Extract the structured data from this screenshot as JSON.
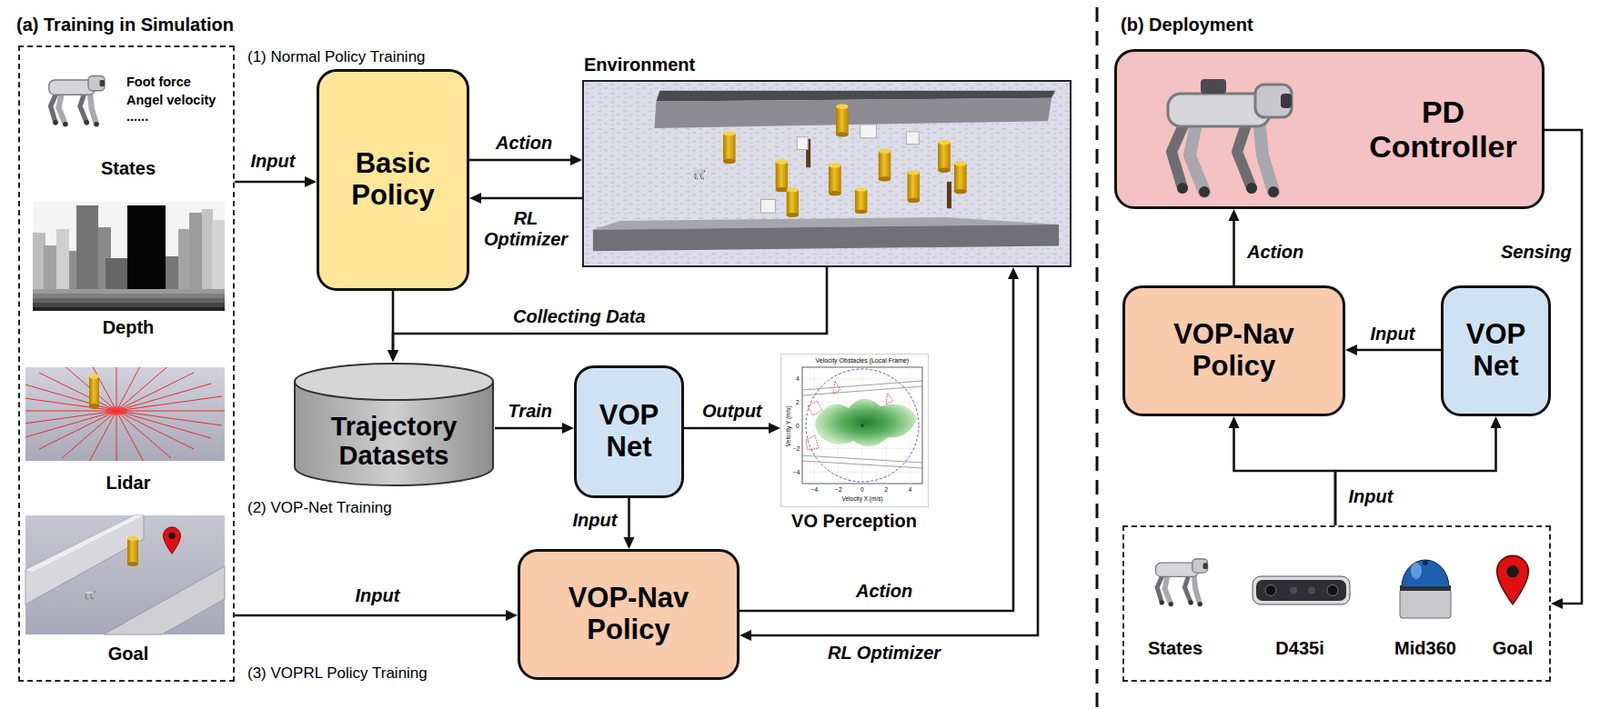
{
  "diagram": {
    "nodes": [
      {
        "text": [
          "Foot force",
          "Angel velocity",
          "......",
          "States",
          "Depth",
          "Lidar",
          "Goal"
        ]
      },
      {
        "text": [
          "Basic Policy"
        ]
      },
      {
        "text": [
          "Environment"
        ]
      },
      {
        "text": [
          "Trajectory Datasets"
        ]
      },
      {
        "text": [
          "VOP Net"
        ]
      },
      {
        "text": [
          "VO Perception"
        ]
      },
      {
        "text": [
          "VOP-Nav Policy"
        ]
      },
      {
        "text": [
          "PD Controller"
        ]
      },
      {
        "text": [
          "VOP-Nav Policy"
        ]
      },
      {
        "text": [
          "VOP Net"
        ]
      },
      {
        "text": [
          "States",
          "D435i",
          "Mid360",
          "Goal"
        ]
      }
    ],
    "edges": [
      {
        "from": 0,
        "to": 1,
        "label": "Input",
        "arrow": "to"
      },
      {
        "from": 1,
        "to": 2,
        "label": "Action",
        "arrow": "to"
      },
      {
        "from": 2,
        "to": 1,
        "label": "RL Optimizer",
        "arrow": "to"
      },
      {
        "from": 1,
        "to": 3,
        "arrow": "to"
      },
      {
        "from": 2,
        "to": 3,
        "label": "Collecting Data",
        "arrow": "to"
      },
      {
        "from": 3,
        "to": 4,
        "label": "Train",
        "arrow": "to"
      },
      {
        "from": 4,
        "to": 5,
        "label": "Output",
        "arrow": "to"
      },
      {
        "from": 4,
        "to": 6,
        "label": "Input",
        "arrow": "to"
      },
      {
        "from": 0,
        "to": 6,
        "label": "Input",
        "arrow": "to"
      },
      {
        "from": 6,
        "to": 2,
        "label": "Action",
        "arrow": "to"
      },
      {
        "from": 2,
        "to": 6,
        "label": "RL Optimizer",
        "arrow": "to"
      },
      {
        "from": 8,
        "to": 7,
        "label": "Action",
        "arrow": "to"
      },
      {
        "from": 7,
        "to": 10,
        "label": "Sensing",
        "arrow": "to"
      },
      {
        "from": 9,
        "to": 8,
        "label": "Input",
        "arrow": "to"
      },
      {
        "from": 10,
        "to": 8,
        "label": "Input",
        "arrow": "to"
      },
      {
        "from": 10,
        "to": 9,
        "arrow": "to"
      }
    ],
    "labels": [
      "(a) Training in Simulation",
      "(1) Normal Policy Training",
      "(2) VOP-Net Training",
      "(3) VOPRL Policy Training",
      "(b) Deployment",
      "Velocity Obstacles (Local Frame)",
      "Velocity X (m/s)",
      "Velocity Y (m/s)",
      "4",
      "2",
      "0",
      "−2",
      "−4",
      "−4",
      "−2",
      "0",
      "2",
      "4"
    ]
  }
}
